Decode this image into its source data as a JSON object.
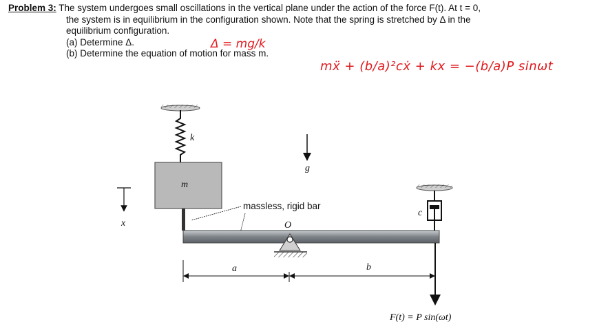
{
  "problem": {
    "label": "Problem 3:",
    "line1": "The system undergoes small oscillations in the vertical plane under the action of the force F(t). At t = 0,",
    "line2": "the system is in equilibrium in the configuration shown. Note that the spring is stretched by Δ in the",
    "line3": "equilibrium configuration.",
    "part_a": "(a) Determine Δ.",
    "part_b": "(b) Determine the equation of motion for mass m."
  },
  "handwriting": {
    "delta": "Δ = mg/k",
    "eom": "mẍ + (b/a)²cẋ + kx = −(b/a)P sinωt"
  },
  "diagram": {
    "spring_label": "k",
    "gravity_label": "g",
    "mass_label": "m",
    "coord_label": "x",
    "bar_label": "massless, rigid bar",
    "pivot_label": "O",
    "damper_label": "c",
    "dim_a": "a",
    "dim_b": "b",
    "force_label": "F(t) = P sin(ωt)"
  },
  "colors": {
    "annotation": "#e0191d",
    "bar": "#8a8f93",
    "mass": "#b9b9b9"
  }
}
